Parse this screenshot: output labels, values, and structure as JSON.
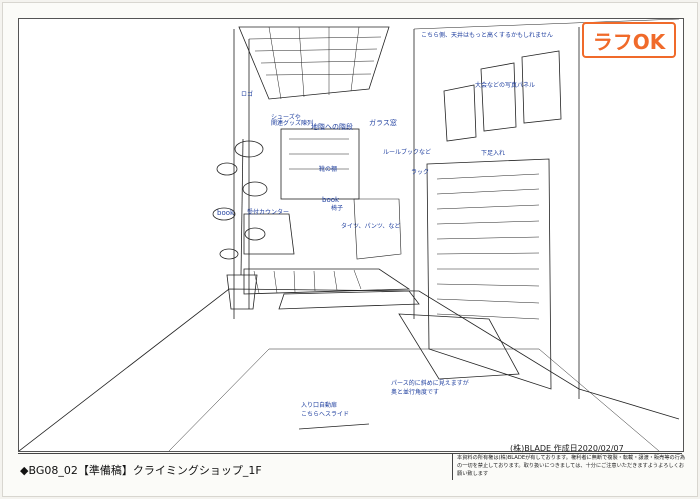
{
  "badge": "ラフOK",
  "title": "◆BG08_02【準備稿】クライミングショップ_1F",
  "company": "(株)BLADE 作成日2020/02/07",
  "rights": "本資料の所有権は(株)BLADEが有しております。権利者に無断で複製・転載・譲渡・販売等の行為の一切を禁止しております。取り扱いにつきましては、十分にご注意いただきますようよろしくお願い致します",
  "notes": {
    "ceiling": "こちら側、天井はもっと高くするかもしれません",
    "logo": "ロゴ",
    "shoes": "シューズや\n関連グッズ陳列",
    "stairs": "地階への階段",
    "glass": "ガラス窓",
    "rules": "ルールブックなど",
    "rack": "ラック",
    "shoes_label": "靴の棚",
    "panels": "大会などの写真パネル",
    "shoe_rack": "下足入れ",
    "book_left": "book",
    "reception": "受付カウンター",
    "book_center": "book",
    "chair": "椅子",
    "tights": "タイツ、パンツ、など",
    "door": "入り口自動扉\nこちらへスライド",
    "perspective": "パース的に斜めに見えますが\n奥と並行角度です"
  }
}
